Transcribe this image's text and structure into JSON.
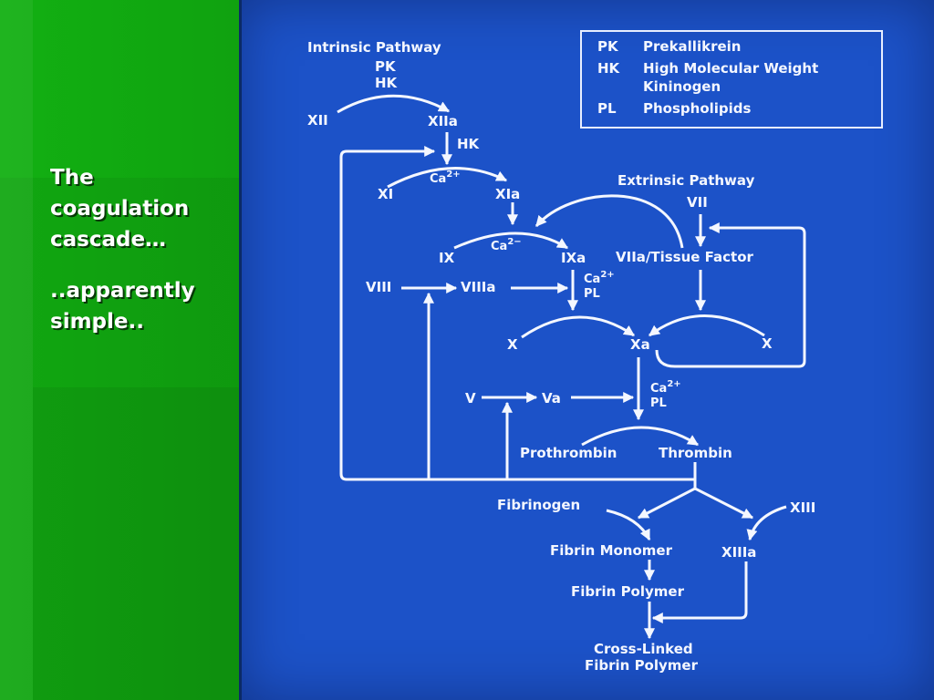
{
  "slide": {
    "title_lines": [
      "The",
      "coagulation",
      "cascade…"
    ],
    "subtitle_lines": [
      "..apparently",
      "simple.."
    ]
  },
  "legend": [
    {
      "abbr": "PK",
      "meaning_lines": [
        "Prekallikrein"
      ]
    },
    {
      "abbr": "HK",
      "meaning_lines": [
        "High Molecular Weight",
        "Kininogen"
      ]
    },
    {
      "abbr": "PL",
      "meaning_lines": [
        "Phospholipids"
      ]
    }
  ],
  "pathway": {
    "intrinsic_title": "Intrinsic Pathway",
    "extrinsic_title": "Extrinsic Pathway",
    "pk": "PK",
    "hk_top": "HK",
    "xii": "XII",
    "xiia": "XIIa",
    "hk_side": "HK",
    "ca_1": "Ca",
    "ca_1_sup": "2+",
    "xi": "XI",
    "xia": "XIa",
    "vii": "VII",
    "ix": "IX",
    "ca_2": "Ca",
    "ca_2_sup": "2−",
    "ixa": "IXa",
    "viia_tf": "VIIa/Tissue Factor",
    "viii": "VIII",
    "viiia": "VIIIa",
    "ca_3": "Ca",
    "ca_3_sup": "2+",
    "pl_1": "PL",
    "x_left": "X",
    "xa": "Xa",
    "x_right": "X",
    "v": "V",
    "va": "Va",
    "ca_4": "Ca",
    "ca_4_sup": "2+",
    "pl_2": "PL",
    "prothrombin": "Prothrombin",
    "thrombin": "Thrombin",
    "fibrinogen": "Fibrinogen",
    "xiii": "XIII",
    "fibrin_monomer": "Fibrin Monomer",
    "xiiia": "XIIIa",
    "fibrin_polymer": "Fibrin Polymer",
    "crosslinked_line1": "Cross-Linked",
    "crosslinked_line2": "Fibrin Polymer"
  }
}
